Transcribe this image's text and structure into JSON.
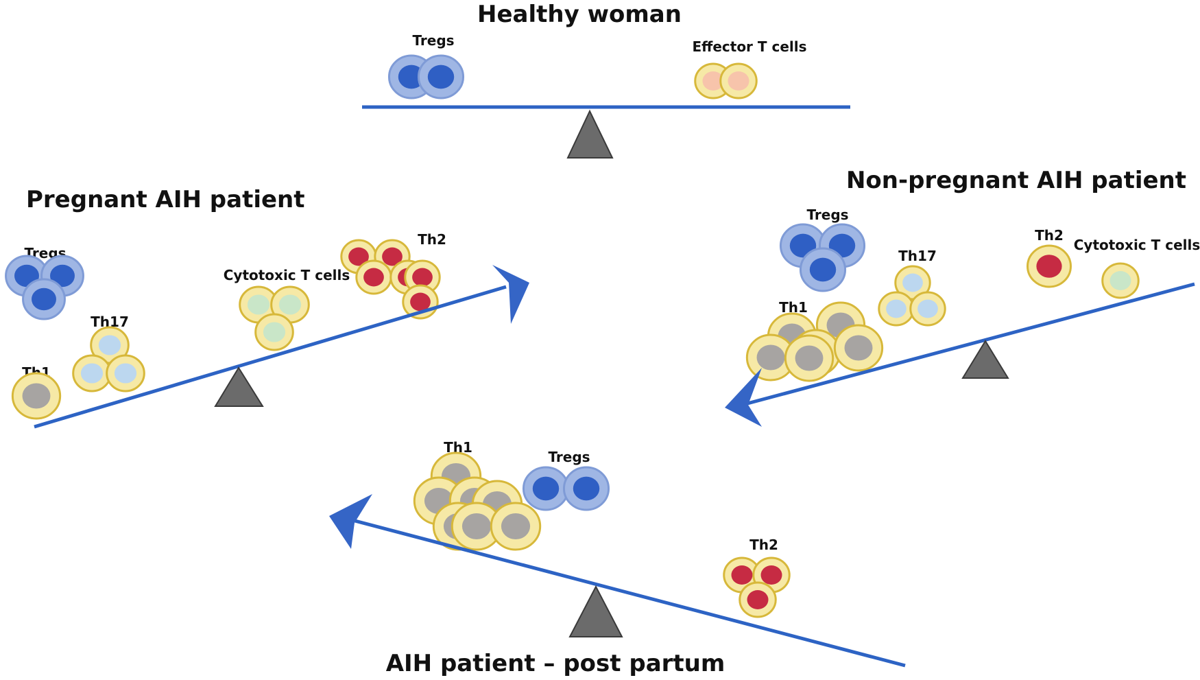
{
  "colors": {
    "beam": "#2d63c4",
    "arrow": "#3565c6",
    "fulcrum": "#6b6b6b",
    "treg_outer": "#9fb6e4",
    "treg_inner": "#2f5fc4",
    "effector_outer": "#f6e9a6",
    "effector_stroke": "#d7b83a",
    "nucleus_gray": "#a7a4a2",
    "nucleus_lightblue": "#bcd7ef",
    "nucleus_green": "#c9e6c8",
    "nucleus_red": "#c62b43",
    "nucleus_peach": "#f7c4ab"
  },
  "panels": {
    "healthy": {
      "title": "Healthy woman",
      "tregs_label": "Tregs",
      "effector_label": "Effector T cells"
    },
    "pregnant": {
      "title": "Pregnant AIH patient",
      "tregs_label": "Tregs",
      "th17_label": "Th17",
      "th1_label": "Th1",
      "cytotoxic_label": "Cytotoxic T cells",
      "th2_label": "Th2"
    },
    "nonpregnant": {
      "title": "Non-pregnant AIH patient",
      "tregs_label": "Tregs",
      "th17_label": "Th17",
      "th1_label": "Th1",
      "th2_label": "Th2",
      "cytotoxic_label": "Cytotoxic T cells"
    },
    "postpartum": {
      "title": "AIH patient – post partum",
      "th1_label": "Th1",
      "tregs_label": "Tregs",
      "th2_label": "Th2"
    }
  }
}
